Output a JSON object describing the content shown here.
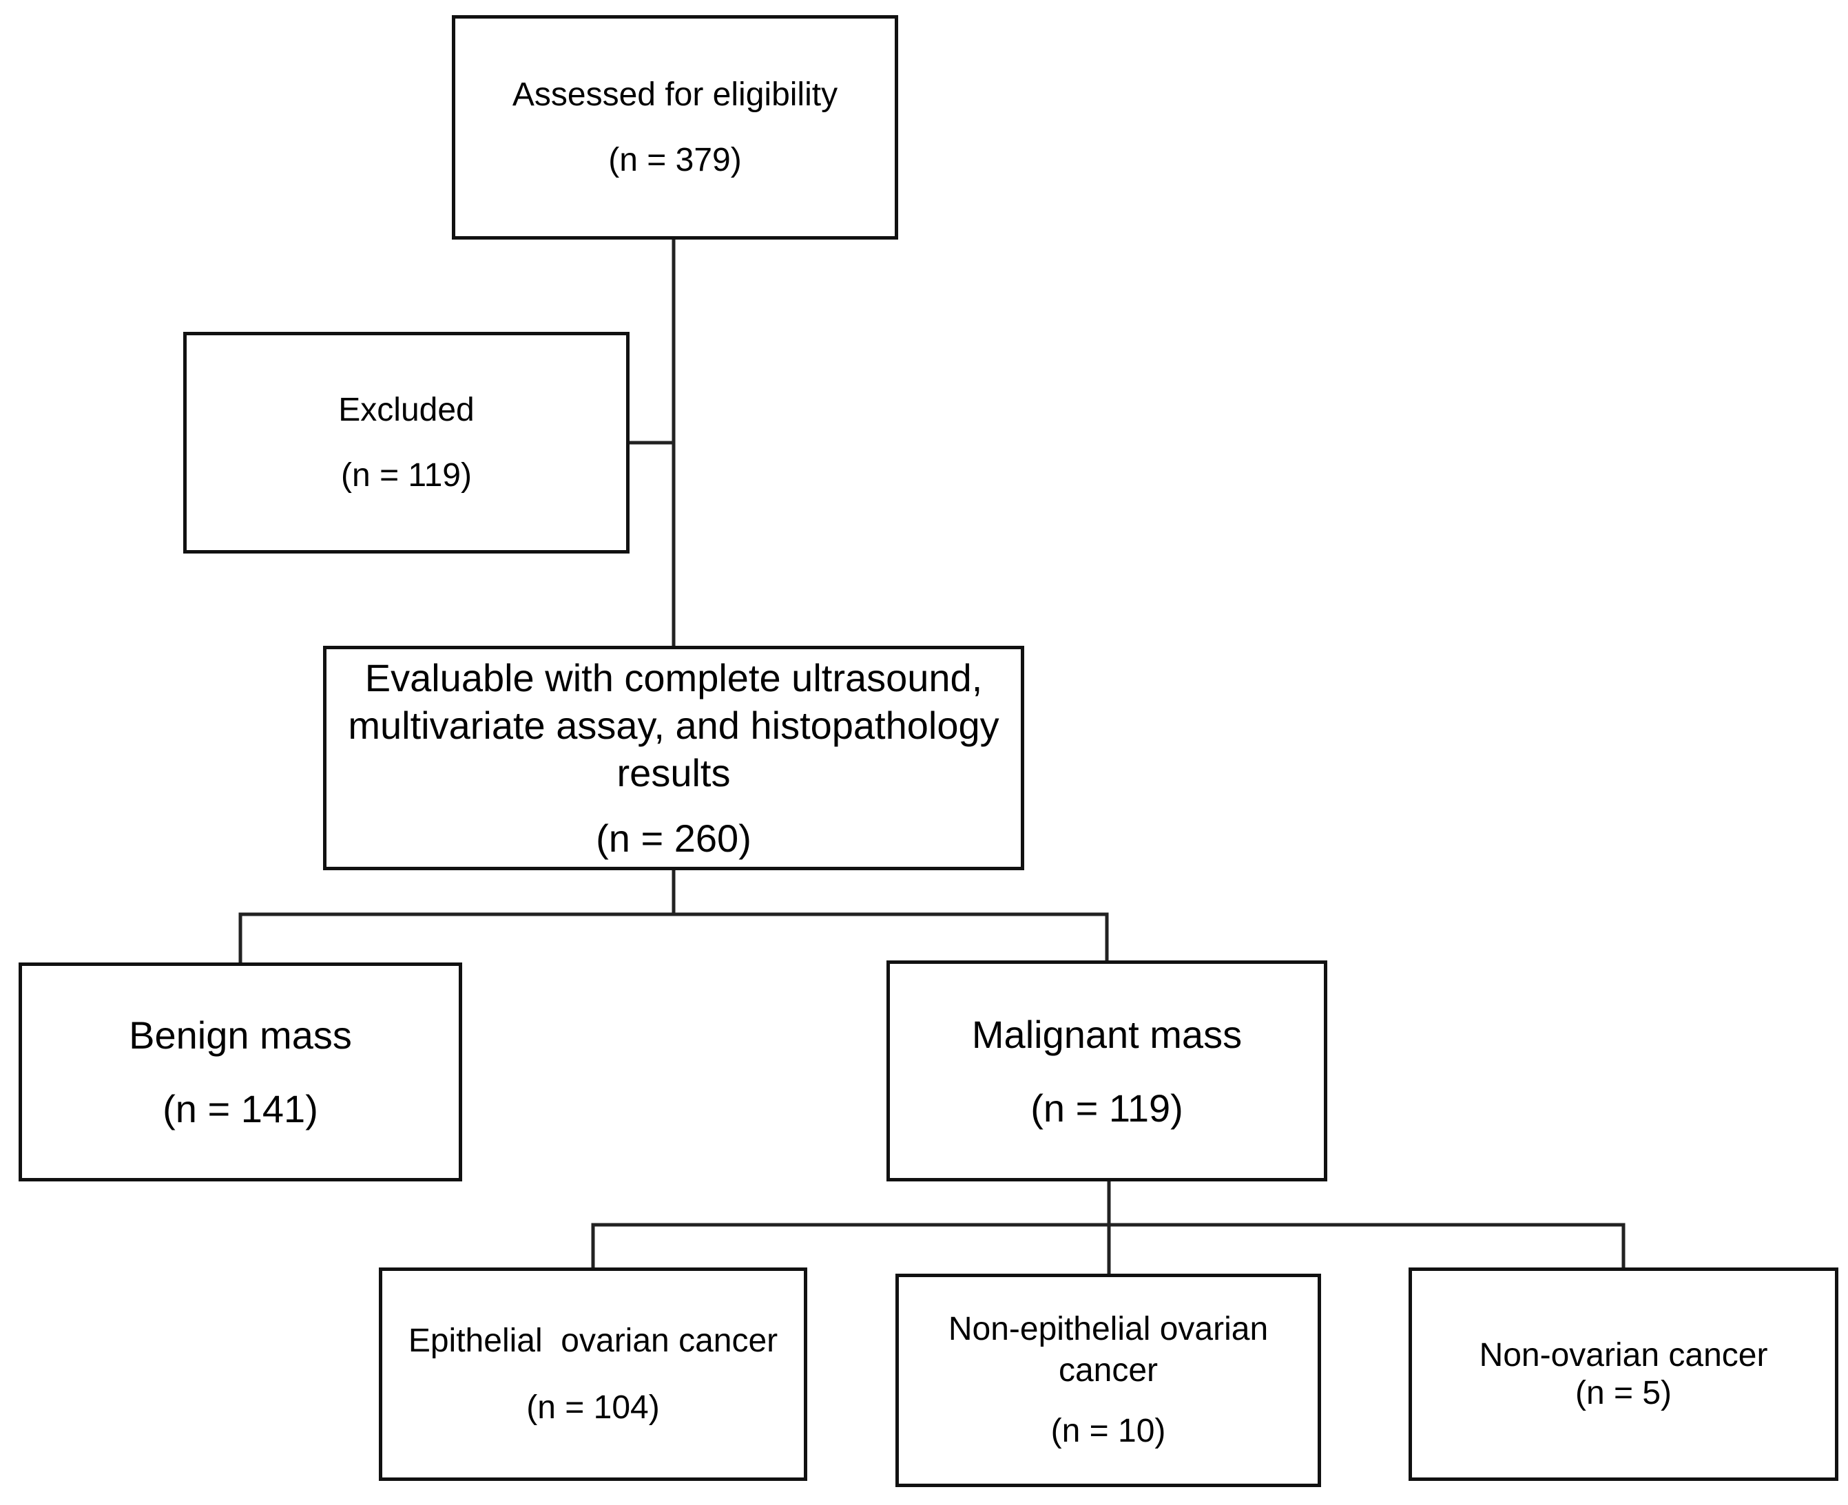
{
  "diagram": {
    "nodes": {
      "assessed": {
        "title": "Assessed for eligibility",
        "count": "(n = 379)"
      },
      "excluded": {
        "title": "Excluded",
        "count": "(n = 119)"
      },
      "evaluable": {
        "title": "Evaluable with complete ultrasound, multivariate assay, and histopathology results",
        "count": "(n = 260)"
      },
      "benign": {
        "title": "Benign mass",
        "count": "(n = 141)"
      },
      "malignant": {
        "title": "Malignant mass",
        "count": "(n = 119)"
      },
      "epithelial": {
        "title": "Epithelial  ovarian cancer",
        "count": "(n = 104)"
      },
      "nonepithelial": {
        "title": "Non-epithelial  ovarian cancer",
        "count": "(n = 10)"
      },
      "nonovarian": {
        "title": "Non-ovarian cancer",
        "count": "(n = 5)"
      }
    },
    "edges": [
      {
        "from": "assessed",
        "to": "evaluable"
      },
      {
        "from": "assessed",
        "to": "excluded"
      },
      {
        "from": "evaluable",
        "to": "benign"
      },
      {
        "from": "evaluable",
        "to": "malignant"
      },
      {
        "from": "malignant",
        "to": "epithelial"
      },
      {
        "from": "malignant",
        "to": "nonepithelial"
      },
      {
        "from": "malignant",
        "to": "nonovarian"
      }
    ],
    "colors": {
      "line": "#222222",
      "border": "#111111",
      "background": "#ffffff"
    }
  }
}
